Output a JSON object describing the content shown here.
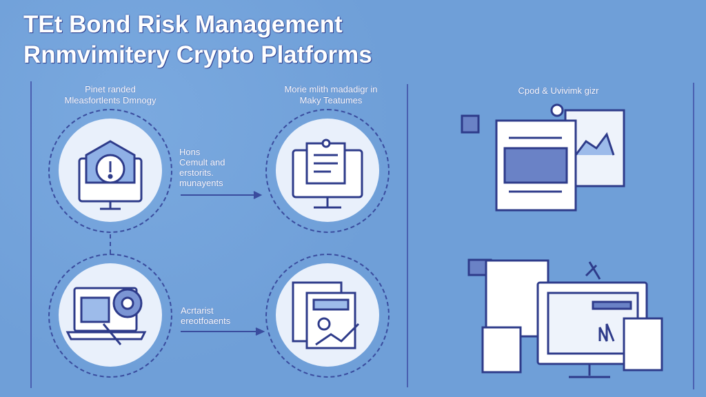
{
  "title": {
    "line1": "TEt Bond Risk Management",
    "line2": "Rnmvimitery Crypto Platforms"
  },
  "sections": [
    {
      "caption_line1": "Pinet randed",
      "caption_line2": "Mleasfortlents Dmnogy",
      "side_text": [
        "Hons",
        "Cemult and",
        "erstorits.",
        "munayents"
      ]
    },
    {
      "caption_line1": "Morie mlith madadigr in",
      "caption_line2": "Maky Teatumes"
    },
    {
      "side_text": [
        "Acrtarist",
        "ereotfoaents"
      ]
    },
    {
      "caption_line1": "Cpod & Uvivimk gizr"
    }
  ],
  "colors": {
    "background": "#6f9fd8",
    "ink": "#3a4c9e",
    "disc": "#e9f0fb"
  }
}
